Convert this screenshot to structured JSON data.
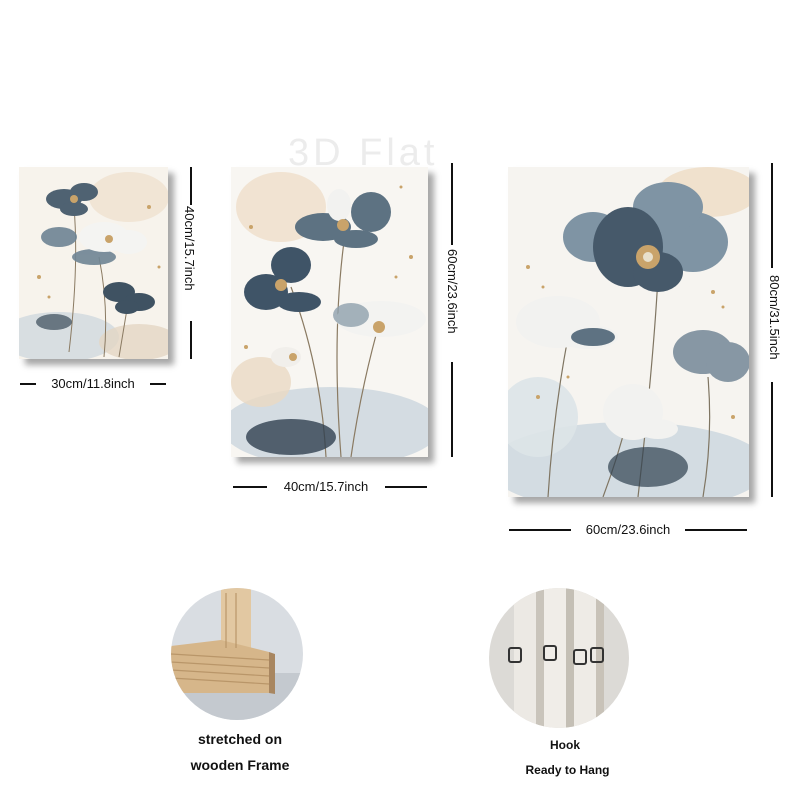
{
  "watermark": "3D Flat",
  "panels": [
    {
      "width_label": "30cm/11.8inch",
      "height_label": "40cm/15.7inch"
    },
    {
      "width_label": "40cm/15.7inch",
      "height_label": "60cm/23.6inch"
    },
    {
      "width_label": "60cm/23.6inch",
      "height_label": "80cm/31.5inch"
    }
  ],
  "details": {
    "frame": {
      "line1": "stretched on",
      "line2": "wooden Frame"
    },
    "hook": {
      "line1": "Hook",
      "line2": "Ready to Hang"
    }
  }
}
